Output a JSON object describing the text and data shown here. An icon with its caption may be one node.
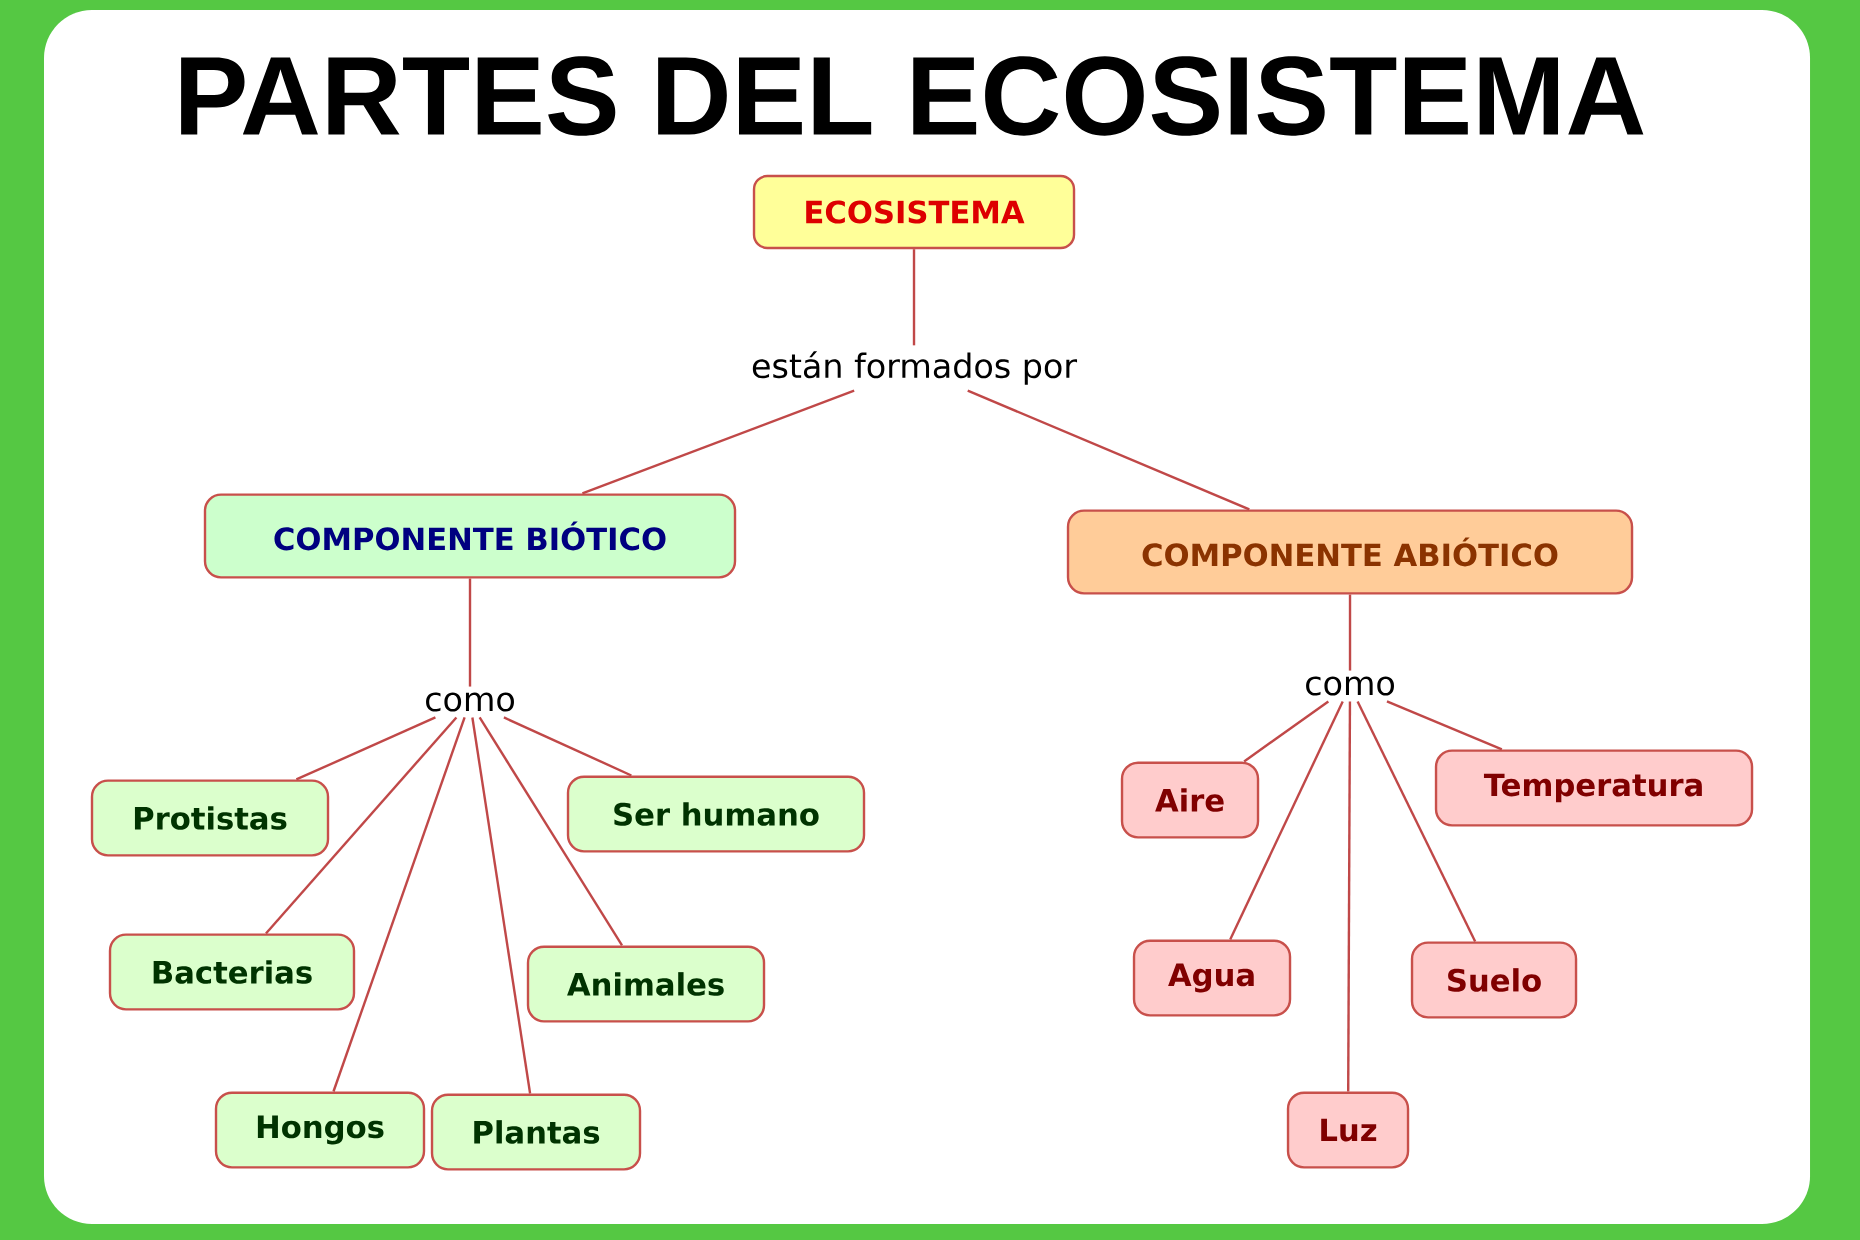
{
  "diagram": {
    "title": "PARTES DEL ECOSISTEMA",
    "nodes": [
      {
        "text": [
          "ECOSISTEMA"
        ]
      },
      {
        "text": [
          "están formados por"
        ]
      },
      {
        "text": [
          "COMPONENTE BIÓTICO"
        ]
      },
      {
        "text": [
          "COMPONENTE ABIÓTICO"
        ]
      },
      {
        "text": [
          "como"
        ]
      },
      {
        "text": [
          "como"
        ]
      },
      {
        "text": [
          "Protistas"
        ]
      },
      {
        "text": [
          "Ser humano"
        ]
      },
      {
        "text": [
          "Bacterias"
        ]
      },
      {
        "text": [
          "Animales"
        ]
      },
      {
        "text": [
          "Hongos"
        ]
      },
      {
        "text": [
          "Plantas"
        ]
      },
      {
        "text": [
          "Aire"
        ]
      },
      {
        "text": [
          "Temperatura"
        ]
      },
      {
        "text": [
          "Agua"
        ]
      },
      {
        "text": [
          "Suelo"
        ]
      },
      {
        "text": [
          "Luz"
        ]
      }
    ],
    "edges": [
      {
        "from": 0,
        "to": 1,
        "arrow": "none"
      },
      {
        "from": 1,
        "to": 2,
        "arrow": "none"
      },
      {
        "from": 1,
        "to": 3,
        "arrow": "none"
      },
      {
        "from": 2,
        "to": 4,
        "arrow": "none"
      },
      {
        "from": 3,
        "to": 5,
        "arrow": "none"
      },
      {
        "from": 4,
        "to": 6,
        "arrow": "none"
      },
      {
        "from": 4,
        "to": 7,
        "arrow": "none"
      },
      {
        "from": 4,
        "to": 8,
        "arrow": "none"
      },
      {
        "from": 4,
        "to": 9,
        "arrow": "none"
      },
      {
        "from": 4,
        "to": 10,
        "arrow": "none"
      },
      {
        "from": 4,
        "to": 11,
        "arrow": "none"
      },
      {
        "from": 5,
        "to": 12,
        "arrow": "none"
      },
      {
        "from": 5,
        "to": 13,
        "arrow": "none"
      },
      {
        "from": 5,
        "to": 14,
        "arrow": "none"
      },
      {
        "from": 5,
        "to": 15,
        "arrow": "none"
      },
      {
        "from": 5,
        "to": 16,
        "arrow": "none"
      }
    ]
  }
}
